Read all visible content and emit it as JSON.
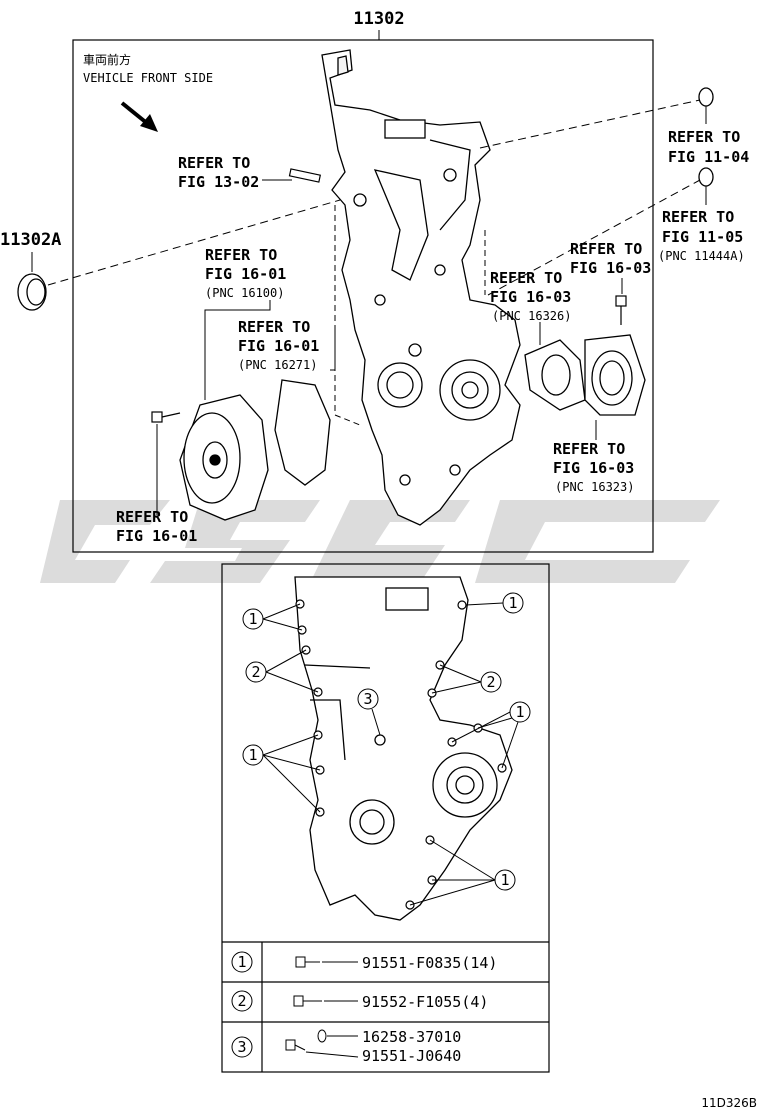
{
  "top_part_number": "11302",
  "side_part_number": "11302A",
  "direction_note": {
    "jp": "車両前方",
    "en": "VEHICLE FRONT SIDE"
  },
  "refs": {
    "fig_13_02": {
      "line1": "REFER TO",
      "line2": "FIG 13-02"
    },
    "fig_11_04": {
      "line1": "REFER TO",
      "line2": "FIG 11-04"
    },
    "fig_11_05": {
      "line1": "REFER TO",
      "line2": "FIG 11-05",
      "pnc": "(PNC 11444A)"
    },
    "fig_16_01_a": {
      "line1": "REFER TO",
      "line2": "FIG 16-01",
      "pnc": "(PNC 16100)"
    },
    "fig_16_01_b": {
      "line1": "REFER TO",
      "line2": "FIG 16-01",
      "pnc": "(PNC 16271)"
    },
    "fig_16_03_a": {
      "line1": "REFER TO",
      "line2": "FIG 16-03",
      "pnc": "(PNC 16326)"
    },
    "fig_16_03_b": {
      "line1": "REFER TO",
      "line2": "FIG 16-03"
    },
    "fig_16_03_c": {
      "line1": "REFER TO",
      "line2": "FIG 16-03",
      "pnc": "(PNC 16323)"
    },
    "fig_16_01_c": {
      "line1": "REFER TO",
      "line2": "FIG 16-01"
    }
  },
  "callouts": {
    "one": "1",
    "two": "2",
    "three": "3"
  },
  "bolt_table": [
    {
      "key": "1",
      "parts": [
        "91551-F0835(14)"
      ]
    },
    {
      "key": "2",
      "parts": [
        "91552-F1055(4)"
      ]
    },
    {
      "key": "3",
      "parts": [
        "16258-37010",
        "91551-J0640"
      ]
    }
  ],
  "diagram_code": "11D326B"
}
